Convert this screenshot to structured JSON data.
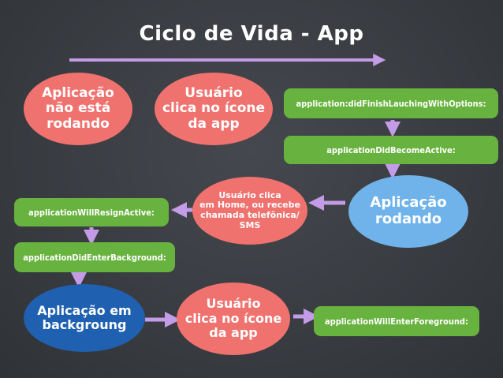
{
  "title": "Ciclo de Vida - App",
  "nodes": {
    "not_running": "Aplicação\nnão está\nrodando",
    "user_tap_icon_top": "Usuário\nclica no ícone\nda app",
    "did_finish_launching": "application:didFinishLauchingWithOptions:",
    "did_become_active": "applicationDidBecomeActive:",
    "running": "Aplicação\nrodando",
    "user_home_or_call": "Usuário clica\nem Home, ou recebe\nchamada telefônica/\nSMS",
    "will_resign_active": "applicationWillResignActive:",
    "did_enter_background": "applicationDidEnterBackground:",
    "background": "Aplicação em\nbackgroung",
    "user_tap_icon_bottom": "Usuário\nclica no ícone\nda app",
    "will_enter_foreground": "applicationWillEnterForeground:"
  },
  "colors": {
    "background": "#3a3d42",
    "red_node": "#f0726f",
    "green_box": "#68b33f",
    "light_blue_node": "#6fb3ea",
    "dark_blue_node": "#1f61b0",
    "arrow": "#c39be6"
  }
}
